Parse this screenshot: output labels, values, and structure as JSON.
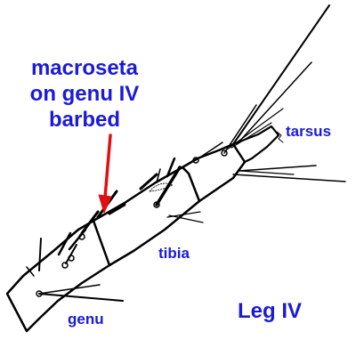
{
  "annotation": {
    "lines": [
      "macroseta",
      "on genu IV",
      "barbed"
    ]
  },
  "labels": {
    "tarsus": "tarsus",
    "tibia": "tibia",
    "genu": "genu",
    "leg": "Leg IV"
  },
  "colors": {
    "label_text": "#1a1ad8",
    "arrow": "#e01010",
    "outline": "#000000",
    "background": "#ffffff"
  }
}
